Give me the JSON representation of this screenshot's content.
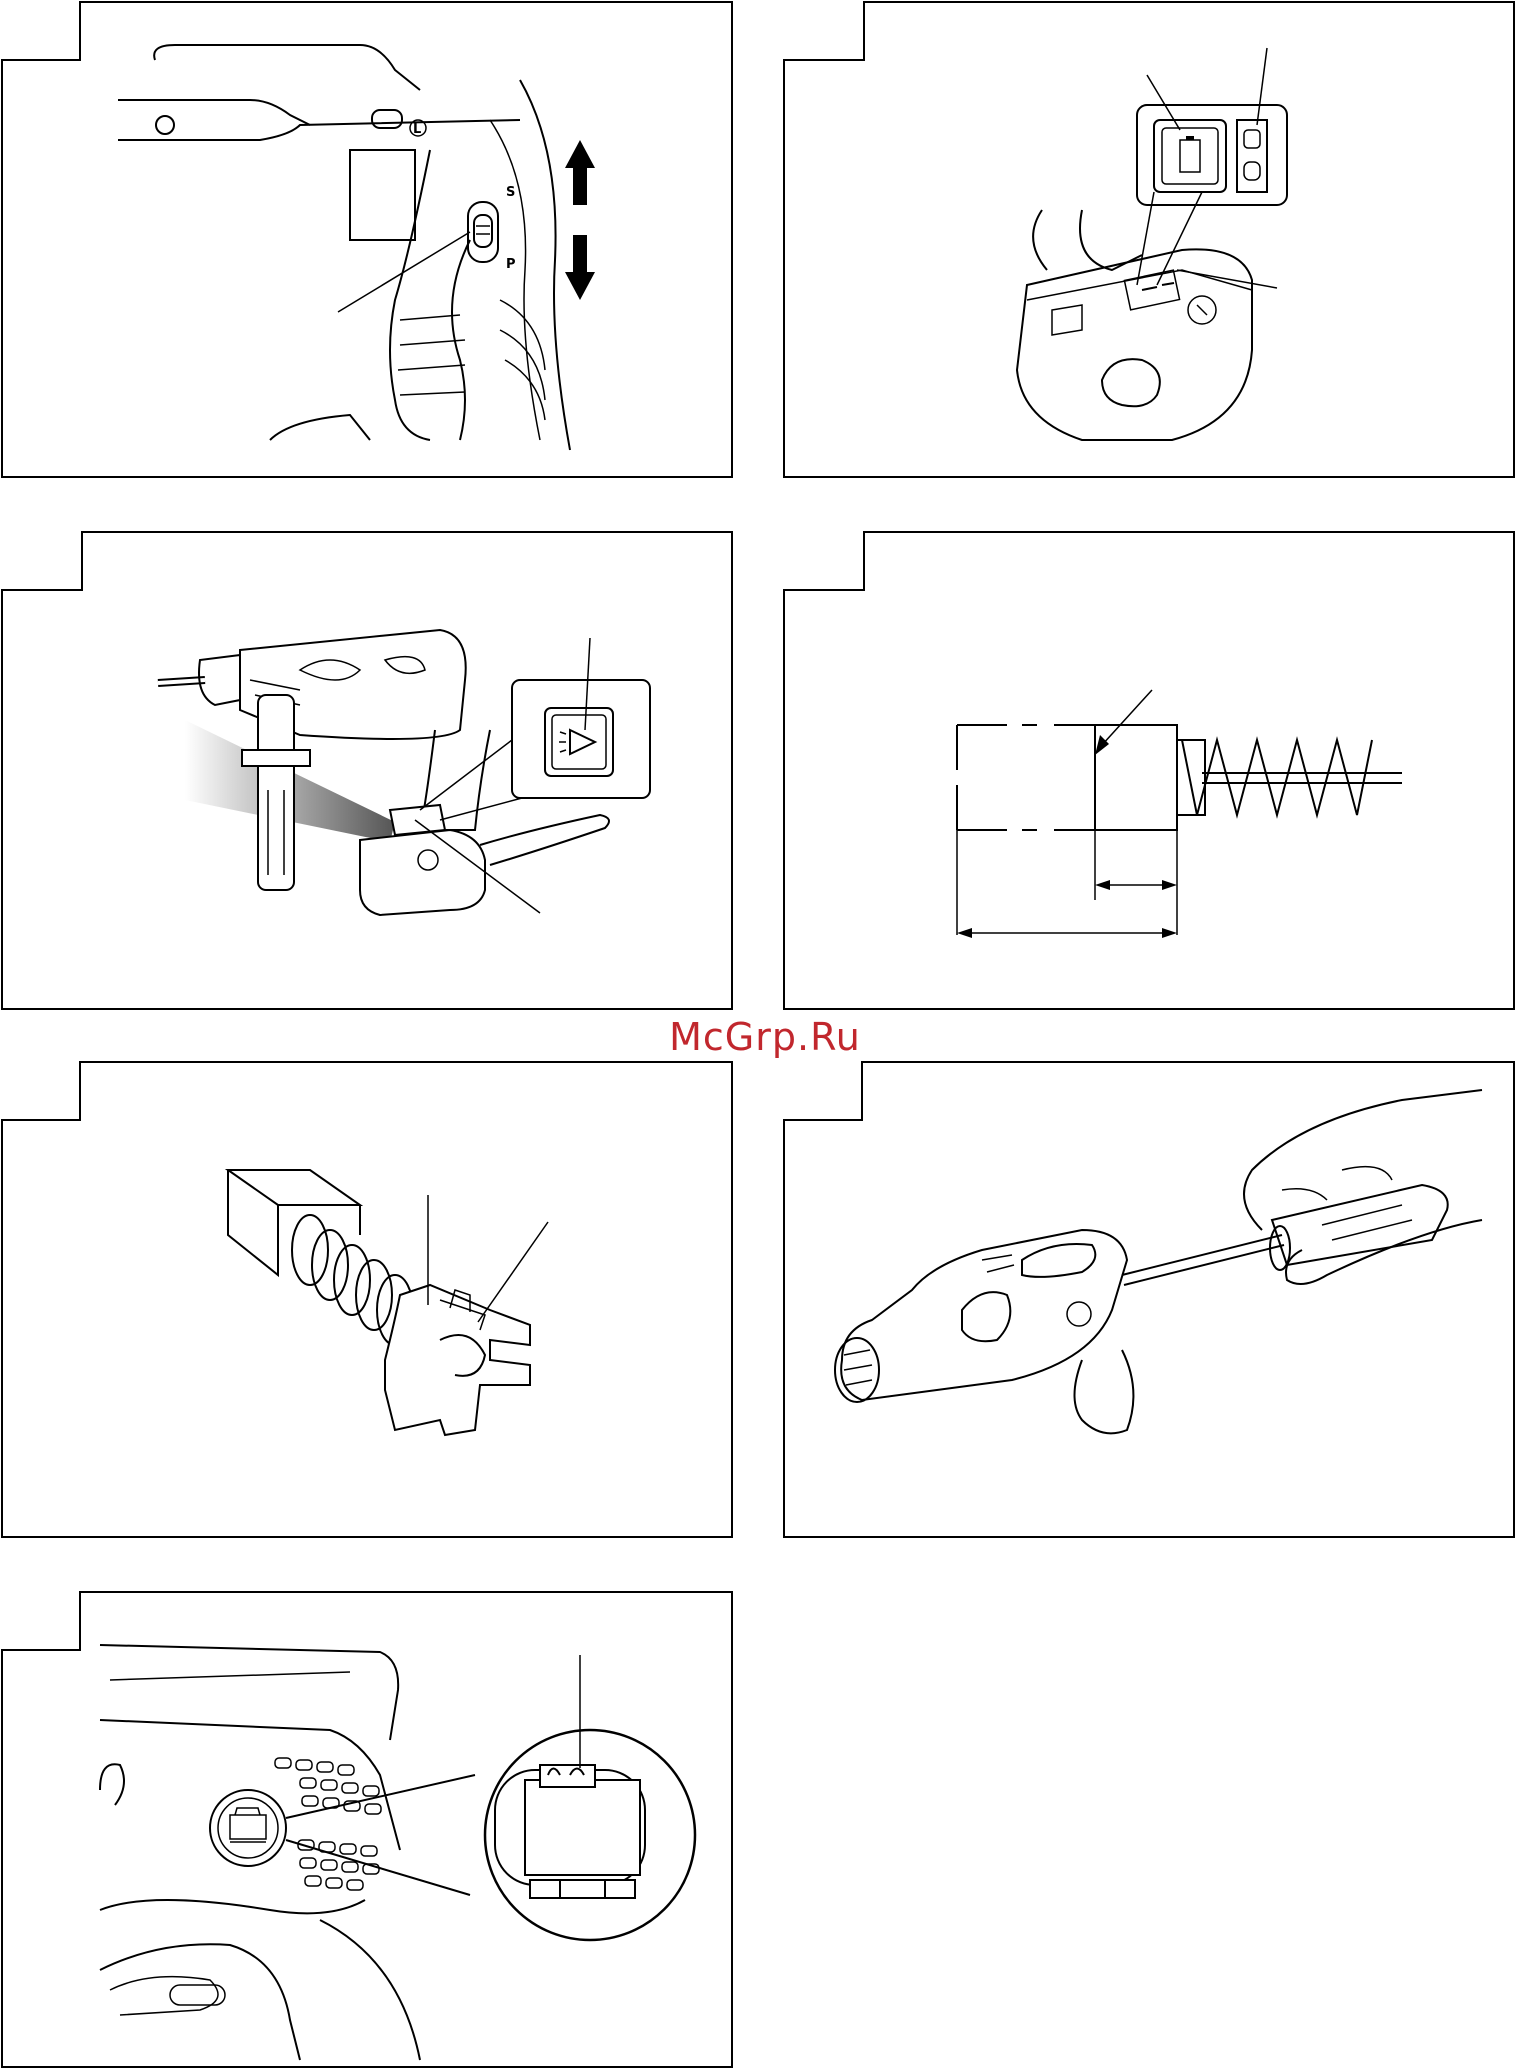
{
  "watermark": {
    "text": "McGrp.Ru",
    "color": "#c1272d"
  },
  "figures": [
    {
      "id": "fig-1",
      "labels": {
        "upper_mode": "S",
        "lower_mode": "P",
        "dial": "L"
      }
    },
    {
      "id": "fig-2"
    },
    {
      "id": "fig-3"
    },
    {
      "id": "fig-4"
    },
    {
      "id": "fig-5"
    },
    {
      "id": "fig-6"
    },
    {
      "id": "fig-7"
    }
  ],
  "colors": {
    "line": "#000000",
    "background": "#ffffff"
  }
}
